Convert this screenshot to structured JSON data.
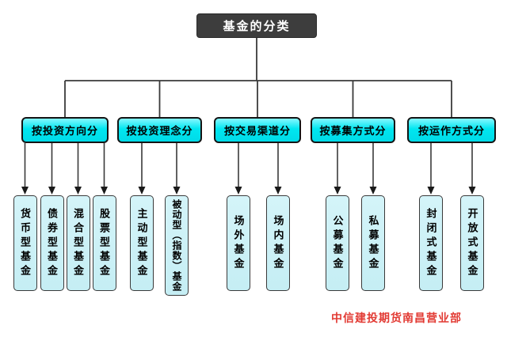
{
  "diagram": {
    "root": {
      "label": "基金的分类"
    },
    "groups": [
      {
        "label": "按投资方向分",
        "children": [
          {
            "label": "货币型基金"
          },
          {
            "label": "债券型基金"
          },
          {
            "label": "混合型基金"
          },
          {
            "label": "股票型基金"
          }
        ]
      },
      {
        "label": "按投资理念分",
        "children": [
          {
            "label": "主动型基金"
          },
          {
            "label": "被动型（指数）基金"
          }
        ]
      },
      {
        "label": "按交易渠道分",
        "children": [
          {
            "label": "场外基金"
          },
          {
            "label": "场内基金"
          }
        ]
      },
      {
        "label": "按募集方式分",
        "children": [
          {
            "label": "公募基金"
          },
          {
            "label": "私募基金"
          }
        ]
      },
      {
        "label": "按运作方式分",
        "children": [
          {
            "label": "封闭式基金"
          },
          {
            "label": "开放式基金"
          }
        ]
      }
    ]
  },
  "footer": {
    "watermark": "中信建投期货南昌营业部"
  },
  "colors": {
    "background": "#ffffff",
    "root_box": "#3d3d3d",
    "root_text": "#ffffff",
    "category_fill": "#00e6f0",
    "category_fill_highlight": "#86f8ff",
    "leaf_fill": "#c5eef4",
    "box_border": "#141414",
    "connector_line": "#3a3a3a",
    "arrowhead": "#1a1a1a",
    "watermark_text": "#e23a33"
  }
}
